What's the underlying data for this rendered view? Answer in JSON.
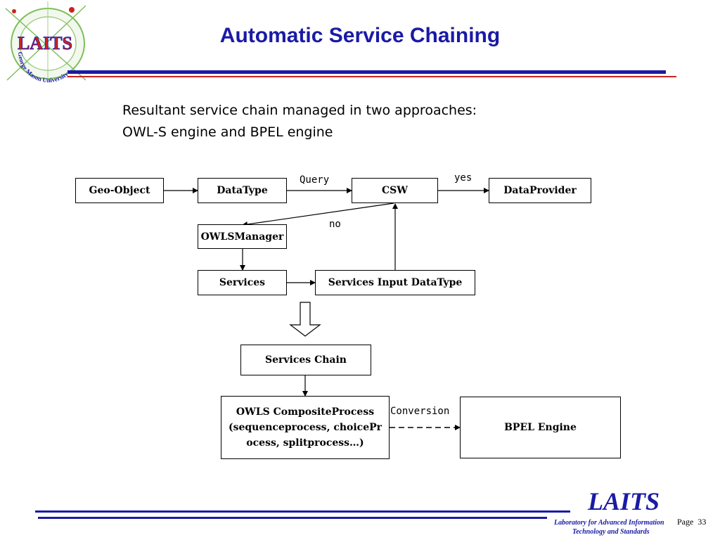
{
  "slide": {
    "title": "Automatic Service Chaining",
    "bullets": [
      "Resultant service chain managed in two approaches:",
      "OWL-S engine and BPEL engine"
    ]
  },
  "logo": {
    "text": "LAITS",
    "ring_text": "George Mason University"
  },
  "diagram": {
    "nodes": {
      "geo_object": "Geo-Object",
      "datatype": "DataType",
      "csw": "CSW",
      "dataprovider": "DataProvider",
      "owls_manager": "OWLSManager",
      "services": "Services",
      "services_input_datatype": "Services Input DataType",
      "services_chain": "Services Chain",
      "owls_composite_line1": "OWLS CompositeProcess",
      "owls_composite_line2": "(sequenceprocess, choicePr",
      "owls_composite_line3": "ocess, splitprocess…)",
      "bpel_engine": "BPEL Engine"
    },
    "edges": {
      "query": "Query",
      "yes": "yes",
      "no": "no",
      "conversion": "Conversion"
    }
  },
  "footer": {
    "brand": "LAITS",
    "subtitle_line1": "Laboratory for Advanced Information",
    "subtitle_line2": "Technology and Standards",
    "page_label": "Page",
    "page_number": "33"
  },
  "colors": {
    "title": "#1a1aa6",
    "rule_blue": "#1a1aa6",
    "rule_red": "#cc2222",
    "logo_green": "#7dbf5a",
    "logo_red": "#cc2222"
  }
}
